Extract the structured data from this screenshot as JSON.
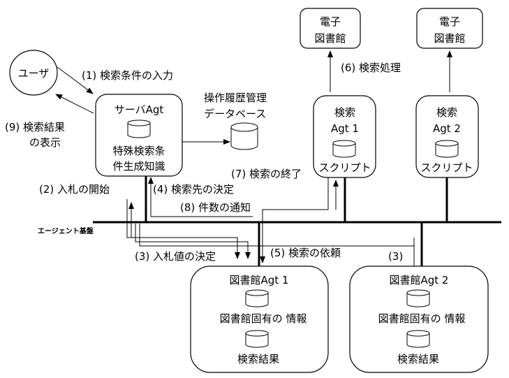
{
  "nodes": {
    "user": "ユーザ",
    "server_agt": "サーバAgt",
    "special_knowledge_l1": "特殊検索条",
    "special_knowledge_l2": "件生成知識",
    "op_history_l1": "操作履歴管理",
    "op_history_l2": "データベース",
    "elib1_l1": "電子",
    "elib1_l2": "図書館",
    "elib2_l1": "電子",
    "elib2_l2": "図書館",
    "search_agt1_l1": "検索",
    "search_agt1_l2": "Agt 1",
    "search_agt1_script": "スクリプト",
    "search_agt2_l1": "検索",
    "search_agt2_l2": "Agt 2",
    "search_agt2_script": "スクリプト",
    "lib_agt1": "図書館Agt 1",
    "lib_agt1_info": "図書館固有の 情報",
    "lib_agt1_result": "検索結果",
    "lib_agt2": "図書館Agt 2",
    "lib_agt2_info": "図書館固有の 情報",
    "lib_agt2_result": "検索結果",
    "agent_platform": "エージェント基盤"
  },
  "steps": {
    "s1": "(1) 検索条件の入力",
    "s2": "(2) 入札の開始",
    "s3": "(3) 入札値の決定",
    "s3b": "(3)",
    "s4": "(4) 検索先の決定",
    "s5": "(5) 検索の依頼",
    "s6": "(6) 検索処理",
    "s7": "(7) 検索の終了",
    "s8": "(8) 件数の通知",
    "s9_l1": "(9) 検索結果",
    "s9_l2": "の表示"
  }
}
